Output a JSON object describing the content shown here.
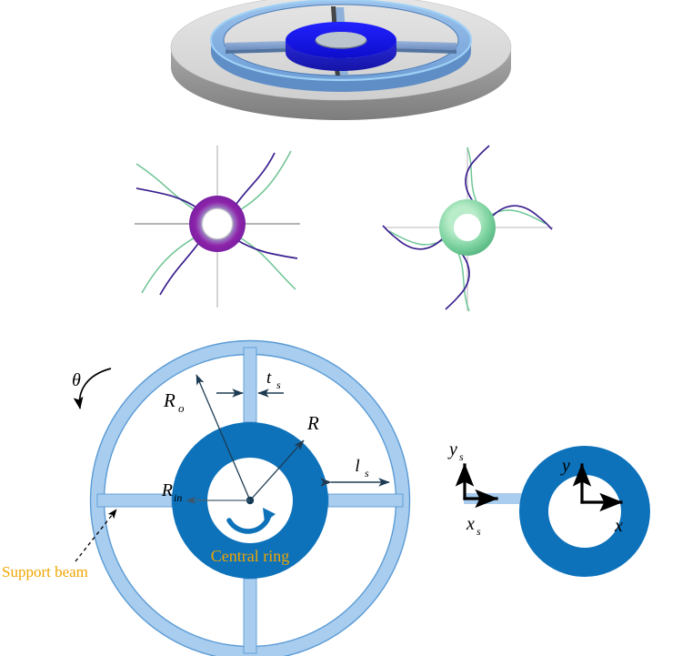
{
  "figure": {
    "domain": "diagram",
    "description": "Ring resonator gyroscope schematic: 3D view, two mode shapes, dimensioned plan view and coordinate detail"
  },
  "colors": {
    "ring_dark_blue": "#0d72ba",
    "ring_light_blue": "#a8cdee",
    "ring_light_blue_stroke": "#5b9bd5",
    "hub_bright_blue": "#1a1ae6",
    "substrate_grey": "#d9d9d9",
    "substrate_grey_dark": "#8f8f8f",
    "beam_3d_blue": "#7a9fd4",
    "label_gold": "#f0a500",
    "mode1_ring": "#8e24aa",
    "mode2_ring": "#7dd3a0",
    "mode_curve_purple": "#3b1f8f",
    "mode_curve_green": "#4aa86a",
    "axis_grey": "#9a9a9a",
    "dim_arrow": "#2b4a63",
    "text_black": "#000000"
  },
  "panels": {
    "render_3d": {
      "name": "3D isometric view",
      "parts": [
        "substrate-disc",
        "outer-ring",
        "support-beams",
        "central-hub-ring"
      ]
    },
    "mode_shapes": {
      "name": "Mode shapes",
      "items": [
        {
          "id": "mode-1",
          "ring_color": "#8e24aa",
          "beam_order": 1,
          "label": ""
        },
        {
          "id": "mode-2",
          "ring_color": "#7dd3a0",
          "beam_order": 2,
          "label": ""
        }
      ]
    },
    "plan_view": {
      "name": "Dimensioned plan view",
      "labels": {
        "theta": "θ",
        "r_outer": "R",
        "r_outer_sub": "o",
        "r_inner": "R",
        "r_inner_sub": "in",
        "r_mid": "R",
        "t_s": "t",
        "t_s_sub": "s",
        "l_s": "l",
        "l_s_sub": "s",
        "central_ring": "Central ring",
        "support_beam": "Support beam"
      }
    },
    "coord_view": {
      "name": "Local and global coordinate detail",
      "labels": {
        "x_s": "x",
        "x_s_sub": "s",
        "y_s": "y",
        "y_s_sub": "s",
        "x": "x",
        "y": "y"
      }
    }
  }
}
